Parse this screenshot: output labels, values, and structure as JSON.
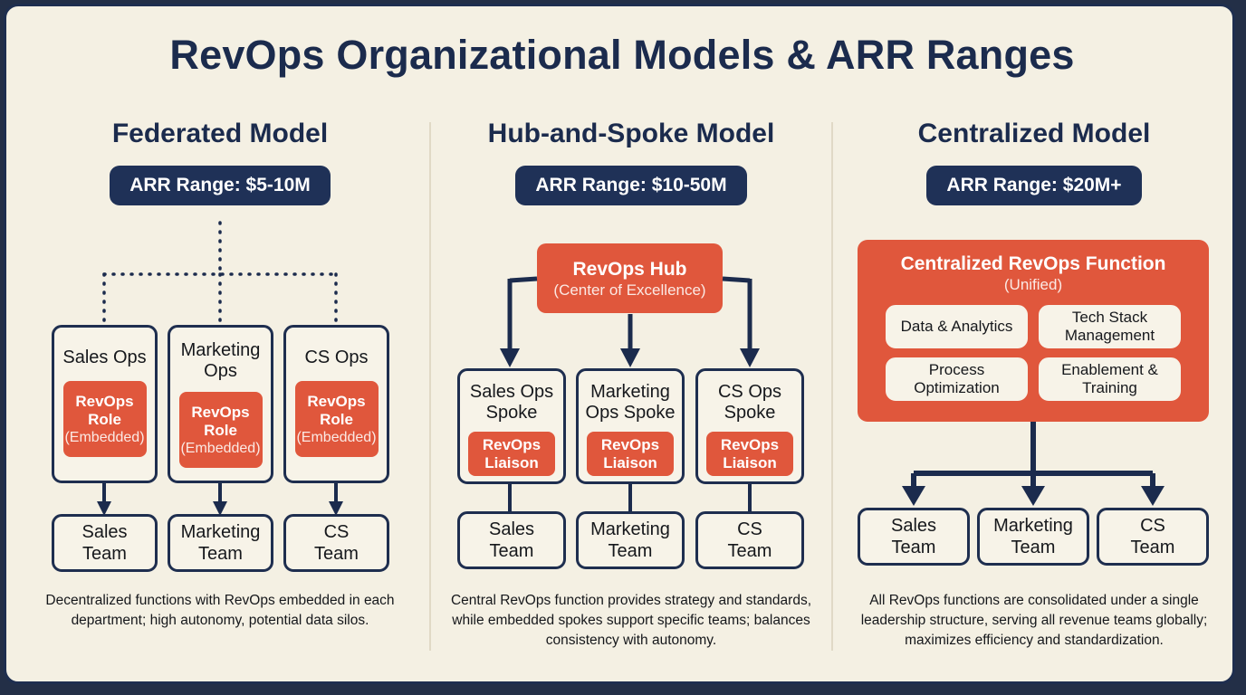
{
  "title": "RevOps Organizational Models & ARR Ranges",
  "colors": {
    "background": "#f4f0e3",
    "frame_border": "#1e2e4f",
    "navy": "#1f3157",
    "orange": "#e0573c",
    "divider": "#e0d9c6"
  },
  "columns": [
    {
      "title": "Federated Model",
      "arr_label": "ARR Range: $5-10M",
      "departments": [
        {
          "name": "Sales Ops",
          "role_line1": "RevOps",
          "role_line2": "Role",
          "role_line3": "(Embedded)"
        },
        {
          "name": "Marketing Ops",
          "role_line1": "RevOps",
          "role_line2": "Role",
          "role_line3": "(Embedded)"
        },
        {
          "name": "CS Ops",
          "role_line1": "RevOps",
          "role_line2": "Role",
          "role_line3": "(Embedded)"
        }
      ],
      "teams": [
        "Sales Team",
        "Marketing Team",
        "CS Team"
      ],
      "caption": "Decentralized functions with RevOps embedded in each department; high autonomy, potential data silos."
    },
    {
      "title": "Hub-and-Spoke Model",
      "arr_label": "ARR Range: $10-50M",
      "hub": {
        "line1": "RevOps Hub",
        "line2": "(Center of Excellence)"
      },
      "departments": [
        {
          "name": "Sales Ops Spoke",
          "role_line1": "RevOps",
          "role_line2": "Liaison"
        },
        {
          "name": "Marketing Ops Spoke",
          "role_line1": "RevOps",
          "role_line2": "Liaison"
        },
        {
          "name": "CS Ops Spoke",
          "role_line1": "RevOps",
          "role_line2": "Liaison"
        }
      ],
      "teams": [
        "Sales Team",
        "Marketing Team",
        "CS Team"
      ],
      "caption": "Central RevOps function provides strategy and standards, while embedded spokes support specific teams; balances consistency with autonomy."
    },
    {
      "title": "Centralized Model",
      "arr_label": "ARR Range: $20M+",
      "central": {
        "line1": "Centralized RevOps Function",
        "line2": "(Unified)"
      },
      "functions": [
        "Data & Analytics",
        "Tech Stack Management",
        "Process Optimization",
        "Enablement & Training"
      ],
      "teams": [
        "Sales Team",
        "Marketing Team",
        "CS Team"
      ],
      "caption": "All RevOps functions are consolidated under a single leadership structure, serving all revenue teams globally; maximizes efficiency and standardization."
    }
  ]
}
